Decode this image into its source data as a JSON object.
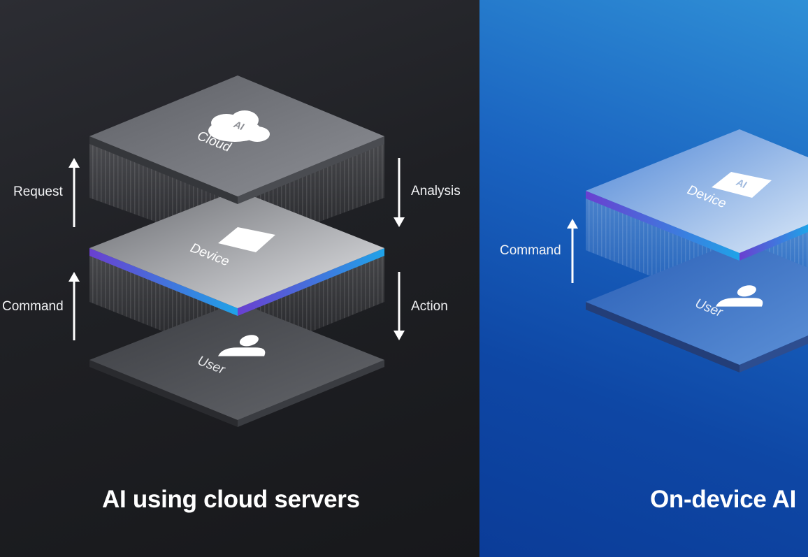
{
  "left": {
    "title": "AI using cloud servers",
    "layers": {
      "cloud": {
        "name": "Cloud",
        "badge": "AI"
      },
      "device": {
        "name": "Device"
      },
      "user": {
        "name": "User"
      }
    },
    "arrows": {
      "request": "Request",
      "command": "Command",
      "analysis": "Analysis",
      "action": "Action"
    }
  },
  "right": {
    "title": "On-device AI",
    "layers": {
      "device": {
        "name": "Device",
        "badge": "AI"
      },
      "user": {
        "name": "User"
      }
    },
    "arrows": {
      "command": "Command"
    }
  },
  "colors": {
    "left_background": "#1f2024",
    "right_background": "#1a63c0",
    "device_edge_accent": "#3b6fe0",
    "text": "#ffffff"
  },
  "icons": [
    "cloud-ai-icon",
    "device-icon",
    "device-ai-icon",
    "user-icon"
  ]
}
